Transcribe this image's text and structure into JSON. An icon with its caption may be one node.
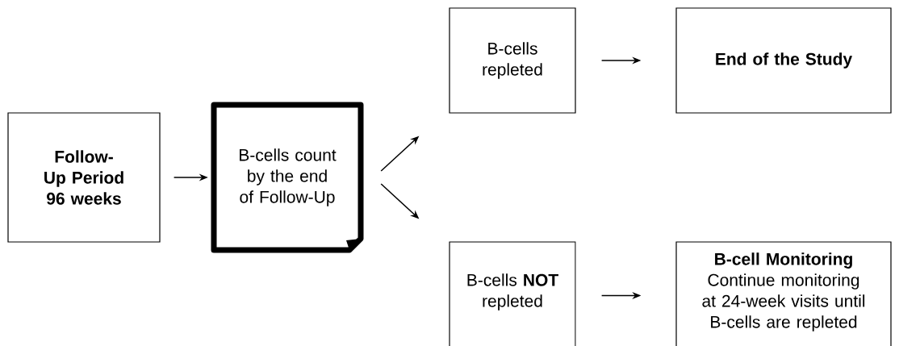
{
  "diagram": {
    "nodes": [
      {
        "text": [
          "Follow-Up Period 96 weeks"
        ]
      },
      {
        "text": [
          "B-cells count by the end of Follow-Up"
        ]
      },
      {
        "text": [
          "B-cells repleted"
        ]
      },
      {
        "text": [
          "End of the Study"
        ]
      },
      {
        "text": [
          "B-cells **NOT** repleted"
        ]
      },
      {
        "text": [
          "B-cell Monitoring",
          "Continue monitoring at 24-week visits until B-cells are repleted"
        ]
      }
    ],
    "edges": [
      {
        "from": 0,
        "to": 1,
        "arrow": "to"
      },
      {
        "from": 1,
        "to": 2,
        "arrow": "to"
      },
      {
        "from": 1,
        "to": 4,
        "arrow": "to"
      },
      {
        "from": 2,
        "to": 3,
        "arrow": "to"
      },
      {
        "from": 4,
        "to": 5,
        "arrow": "to"
      }
    ]
  }
}
